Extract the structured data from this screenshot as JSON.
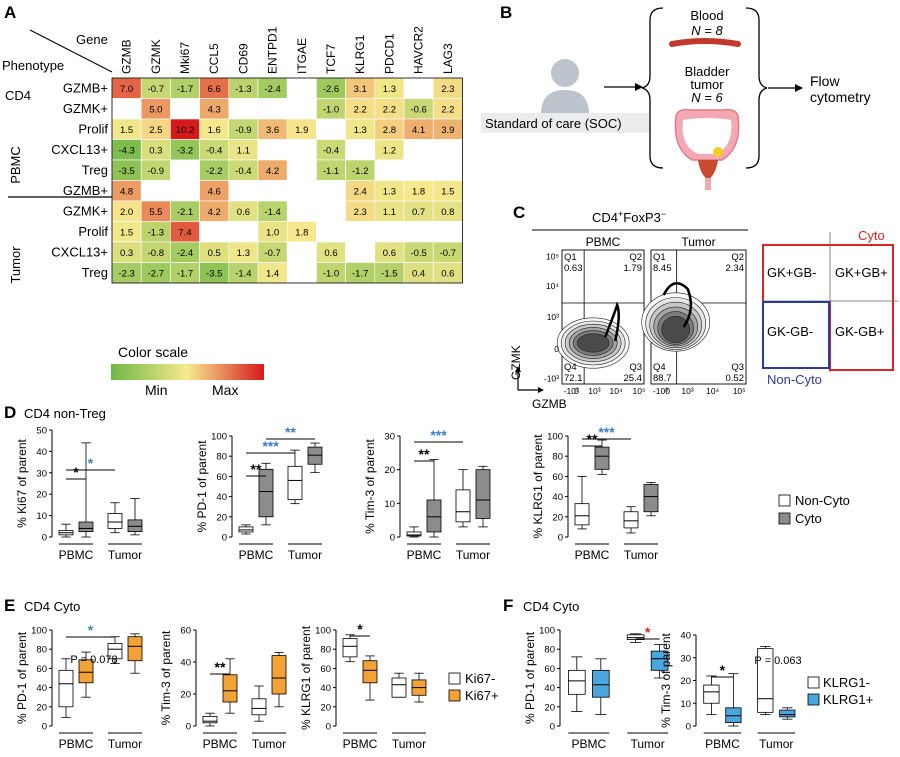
{
  "panel_a": {
    "letter": "A",
    "corner_gene": "Gene",
    "corner_phenotype": "Phenotype",
    "genes": [
      "GZMB",
      "GZMK",
      "Mki67",
      "CCL5",
      "CD69",
      "ENTPD1",
      "ITGAE",
      "TCF7",
      "KLRG1",
      "PDCD1",
      "HAVCR2",
      "LAG3"
    ],
    "groups": [
      "PBMC",
      "Tumor"
    ],
    "row_labels": [
      "GZMB+",
      "GZMK+",
      "Prolif",
      "CXCL13+",
      "Treg",
      "GZMB+",
      "GZMK+",
      "Prolif",
      "CXCL13+",
      "Treg"
    ],
    "cd4_label": "CD4",
    "cells": [
      [
        "7.0",
        "-0.7",
        "-1.7",
        "6.6",
        "-1.3",
        "-2.4",
        "",
        "-2.6",
        "3.1",
        "1.3",
        "",
        "2.3"
      ],
      [
        "",
        "5.0",
        "",
        "4.3",
        "",
        "",
        "",
        "-1.0",
        "2.2",
        "2.2",
        "-0.6",
        "2.2"
      ],
      [
        "1.5",
        "2.5",
        "10.2",
        "1.6",
        "-0.9",
        "3.6",
        "1.9",
        "",
        "1.3",
        "2.8",
        "4.1",
        "3.9"
      ],
      [
        "-4.3",
        "0.3",
        "-3.2",
        "-0.4",
        "1.1",
        "",
        "",
        "-0.4",
        "",
        "1.2",
        "",
        ""
      ],
      [
        "-3.5",
        "-0.9",
        "",
        "-2.2",
        "-0.4",
        "4.2",
        "",
        "-1.1",
        "-1.2",
        "",
        "",
        ""
      ],
      [
        "4.8",
        "",
        "",
        "4.6",
        "",
        "",
        "",
        "",
        "2.4",
        "1.3",
        "1.8",
        "1.5"
      ],
      [
        "2.0",
        "5.5",
        "-2.1",
        "4.2",
        "0.6",
        "-1.4",
        "",
        "",
        "2.3",
        "1.1",
        "0.7",
        "0.8"
      ],
      [
        "1.5",
        "-1.3",
        "7.4",
        "",
        "",
        "1.0",
        "1.8",
        "",
        "",
        "",
        "",
        ""
      ],
      [
        "0.3",
        "-0.8",
        "-2.4",
        "0.5",
        "1.3",
        "-0.7",
        "",
        "0.6",
        "",
        "0.6",
        "-0.5",
        "-0.7"
      ],
      [
        "-2.3",
        "-2.7",
        "-1.7",
        "-3.5",
        "-1.4",
        "1.4",
        "",
        "-1.0",
        "-1.7",
        "-1.5",
        "0.4",
        "0.6"
      ]
    ],
    "color_scale_label": "Color scale",
    "min_label": "Min",
    "max_label": "Max",
    "scale_colors": {
      "min": "#6fb845",
      "mid": "#f7e98e",
      "max": "#d7191c"
    }
  },
  "panel_b": {
    "letter": "B",
    "blood": "Blood",
    "blood_n": "N = 8",
    "bladder": "Bladder",
    "tumor": "tumor",
    "tumor_n": "N = 6",
    "flow": "Flow",
    "cytometry": "cytometry",
    "soc": "Standard of care (SOC)"
  },
  "panel_c": {
    "letter": "C",
    "header_main": "CD4",
    "header_sup1": "+",
    "header_mid": "FoxP3",
    "header_sup2": "−",
    "plots": [
      {
        "title": "PBMC",
        "q1": "Q1",
        "q1v": "0.63",
        "q2": "Q2",
        "q2v": "1.79",
        "q3": "Q3",
        "q3v": "25.4",
        "q4": "Q4",
        "q4v": "72.1"
      },
      {
        "title": "Tumor",
        "q1": "Q1",
        "q1v": "8.45",
        "q2": "Q2",
        "q2v": "2.34",
        "q3": "Q3",
        "q3v": "0.52",
        "q4": "Q4",
        "q4v": "88.7"
      }
    ],
    "y_ticks": [
      "10⁵",
      "10⁴",
      "10³",
      "0",
      "-10³"
    ],
    "x_ticks": [
      "-10³",
      "0",
      "10³",
      "10⁴",
      "10⁵"
    ],
    "xlabel": "GZMB",
    "ylabel": "GZMK",
    "legend": {
      "cyto": "Cyto",
      "noncyto": "Non-Cyto",
      "q_gk_gb_neg": "GK+GB-",
      "q_gk_gb_pos": "GK+GB+",
      "q_neg_neg": "GK-GB-",
      "q_neg_pos": "GK-GB+",
      "cyto_color": "#d62728",
      "noncyto_color": "#2b3a9f"
    }
  },
  "panel_d": {
    "letter": "D",
    "section": "CD4 non-Treg",
    "legend": [
      "Non-Cyto",
      "Cyto"
    ],
    "colors": [
      "#ffffff",
      "#8c8c8c"
    ],
    "groups": [
      "PBMC",
      "Tumor"
    ],
    "plots": [
      {
        "ylabel": "% Ki67 of parent",
        "ymax": 50,
        "ticks": [
          "0",
          "10",
          "20",
          "30",
          "40",
          "50"
        ],
        "sig": [
          {
            "t": "*",
            "c": "#000000"
          },
          {
            "t": "*",
            "c": "#3d7fc1"
          }
        ]
      },
      {
        "ylabel": "% PD-1 of parent",
        "ymax": 100,
        "ticks": [
          "0",
          "20",
          "40",
          "60",
          "80",
          "100"
        ],
        "sig": [
          {
            "t": "**",
            "c": "#000000"
          },
          {
            "t": "***",
            "c": "#3d7fc1"
          },
          {
            "t": "**",
            "c": "#3d7fc1"
          }
        ]
      },
      {
        "ylabel": "% Tim-3 of parent",
        "ymax": 30,
        "ticks": [
          "0",
          "10",
          "20",
          "30"
        ],
        "sig": [
          {
            "t": "**",
            "c": "#000000"
          },
          {
            "t": "***",
            "c": "#3d7fc1"
          }
        ]
      },
      {
        "ylabel": "% KLRG1 of parent",
        "ymax": 100,
        "ticks": [
          "0",
          "20",
          "40",
          "60",
          "80",
          "100"
        ],
        "sig": [
          {
            "t": "**",
            "c": "#000000"
          },
          {
            "t": "***",
            "c": "#3d7fc1"
          }
        ]
      }
    ],
    "data": [
      [
        {
          "min": 0,
          "q1": 1,
          "med": 2,
          "q3": 3,
          "max": 6
        },
        {
          "min": 0,
          "q1": 2.5,
          "med": 4,
          "q3": 7,
          "max": 44
        },
        {
          "min": 2,
          "q1": 4,
          "med": 7,
          "q3": 11,
          "max": 16
        },
        {
          "min": 1,
          "q1": 2.5,
          "med": 5,
          "q3": 8,
          "max": 18
        }
      ],
      [
        {
          "min": 3,
          "q1": 5,
          "med": 7,
          "q3": 10,
          "max": 12
        },
        {
          "min": 12,
          "q1": 20,
          "med": 45,
          "q3": 67,
          "max": 73
        },
        {
          "min": 33,
          "q1": 37,
          "med": 56,
          "q3": 70,
          "max": 86
        },
        {
          "min": 64,
          "q1": 72,
          "med": 81,
          "q3": 89,
          "max": 93
        }
      ],
      [
        {
          "min": 0,
          "q1": 0.3,
          "med": 0.6,
          "q3": 1.5,
          "max": 3
        },
        {
          "min": 0,
          "q1": 1.5,
          "med": 6,
          "q3": 11,
          "max": 23
        },
        {
          "min": 3,
          "q1": 4.5,
          "med": 7.5,
          "q3": 14,
          "max": 20
        },
        {
          "min": 3,
          "q1": 5.5,
          "med": 11,
          "q3": 20,
          "max": 21
        }
      ],
      [
        {
          "min": 8,
          "q1": 12,
          "med": 21,
          "q3": 33,
          "max": 60
        },
        {
          "min": 62,
          "q1": 67,
          "med": 80,
          "q3": 89,
          "max": 96
        },
        {
          "min": 4,
          "q1": 9,
          "med": 16,
          "q3": 25,
          "max": 30
        },
        {
          "min": 21,
          "q1": 25,
          "med": 40,
          "q3": 52,
          "max": 54
        }
      ]
    ]
  },
  "panel_e": {
    "letter": "E",
    "section": "CD4 Cyto",
    "legend": [
      "Ki67-",
      "Ki67+"
    ],
    "colors": [
      "#ffffff",
      "#f4a236"
    ],
    "groups": [
      "PBMC",
      "Tumor"
    ],
    "p_label": "P = 0.078",
    "plots": [
      {
        "ylabel": "% PD-1 of parent",
        "ymax": 100,
        "ticks": [
          "0",
          "20",
          "40",
          "60",
          "80",
          "100"
        ],
        "sig": [
          {
            "t": "*",
            "c": "#3d7fc1"
          }
        ]
      },
      {
        "ylabel": "% Tim-3 of parent",
        "ymax": 60,
        "ticks": [
          "0",
          "20",
          "40",
          "60"
        ],
        "sig": [
          {
            "t": "**",
            "c": "#000000"
          }
        ]
      },
      {
        "ylabel": "% KLRG1 of parent",
        "ymax": 100,
        "ticks": [
          "0",
          "20",
          "40",
          "60",
          "80",
          "100"
        ],
        "sig": [
          {
            "t": "*",
            "c": "#000000"
          }
        ]
      }
    ],
    "data": [
      [
        {
          "min": 9,
          "q1": 20,
          "med": 44,
          "q3": 58,
          "max": 70
        },
        {
          "min": 30,
          "q1": 45,
          "med": 56,
          "q3": 69,
          "max": 77
        },
        {
          "min": 65,
          "q1": 70,
          "med": 80,
          "q3": 86,
          "max": 93
        },
        {
          "min": 55,
          "q1": 68,
          "med": 83,
          "q3": 93,
          "max": 96
        }
      ],
      [
        {
          "min": 0,
          "q1": 2,
          "med": 3,
          "q3": 6,
          "max": 8
        },
        {
          "min": 8,
          "q1": 15,
          "med": 22,
          "q3": 32,
          "max": 42
        },
        {
          "min": 3,
          "q1": 7,
          "med": 11,
          "q3": 17,
          "max": 25
        },
        {
          "min": 12,
          "q1": 20,
          "med": 30,
          "q3": 44,
          "max": 46
        }
      ],
      [
        {
          "min": 67,
          "q1": 72,
          "med": 83,
          "q3": 91,
          "max": 95
        },
        {
          "min": 27,
          "q1": 45,
          "med": 58,
          "q3": 68,
          "max": 73
        },
        {
          "min": 30,
          "q1": 30,
          "med": 43,
          "q3": 50,
          "max": 55
        },
        {
          "min": 25,
          "q1": 32,
          "med": 40,
          "q3": 48,
          "max": 55
        }
      ]
    ]
  },
  "panel_f": {
    "letter": "F",
    "section": "CD4 Cyto",
    "legend": [
      "KLRG1-",
      "KLRG1+"
    ],
    "colors": [
      "#ffffff",
      "#4aa6dd"
    ],
    "groups": [
      "PBMC",
      "Tumor"
    ],
    "p_label": "P = 0.063",
    "plots": [
      {
        "ylabel": "% PD-1 of parent",
        "ymax": 100,
        "ticks": [
          "0",
          "20",
          "40",
          "60",
          "80",
          "100"
        ],
        "sig": [
          {
            "t": "*",
            "c": "#d62728"
          }
        ]
      },
      {
        "ylabel": "% Tim-3 of parent",
        "ymax": 40,
        "ticks": [
          "0",
          "10",
          "20",
          "30",
          "40"
        ],
        "sig": [
          {
            "t": "*",
            "c": "#000000"
          }
        ]
      }
    ],
    "data": [
      [
        {
          "min": 15,
          "q1": 33,
          "med": 47,
          "q3": 58,
          "max": 72
        },
        {
          "min": 12,
          "q1": 30,
          "med": 43,
          "q3": 58,
          "max": 70
        },
        {
          "min": 87,
          "q1": 90,
          "med": 92,
          "q3": 95,
          "max": 96
        },
        {
          "min": 50,
          "q1": 58,
          "med": 70,
          "q3": 78,
          "max": 85
        }
      ],
      [
        {
          "min": 5,
          "q1": 10,
          "med": 15,
          "q3": 18,
          "max": 22
        },
        {
          "min": 0,
          "q1": 1.5,
          "med": 4.5,
          "q3": 8,
          "max": 23
        },
        {
          "min": 5,
          "q1": 6,
          "med": 12,
          "q3": 34,
          "max": 35
        },
        {
          "min": 3,
          "q1": 4,
          "med": 5,
          "q3": 7,
          "max": 8
        }
      ]
    ]
  }
}
